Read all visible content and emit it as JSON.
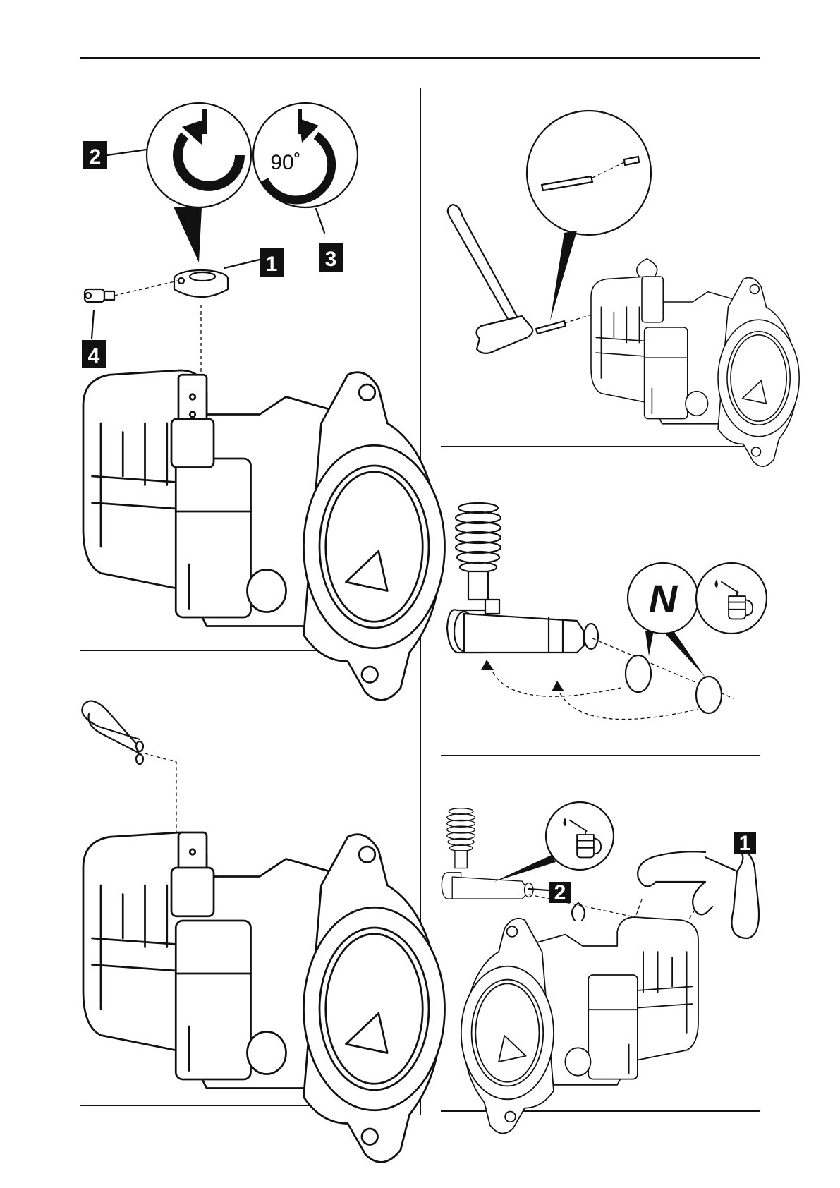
{
  "colors": {
    "ink": "#111111",
    "paper": "#ffffff"
  },
  "panel_a": {
    "callouts": [
      "1",
      "2",
      "3",
      "4"
    ],
    "angle_label": "90˚",
    "icons": [
      "rotate-clockwise-icon",
      "rotate-counterclockwise-icon"
    ]
  },
  "panel_c": {
    "icons": [
      "pin-detail-icon",
      "hammer-icon"
    ]
  },
  "panel_d": {
    "letter": "N",
    "icons": [
      "oil-can-icon"
    ]
  },
  "panel_e": {
    "callouts": [
      "1",
      "2"
    ],
    "icons": [
      "oil-can-icon"
    ]
  }
}
